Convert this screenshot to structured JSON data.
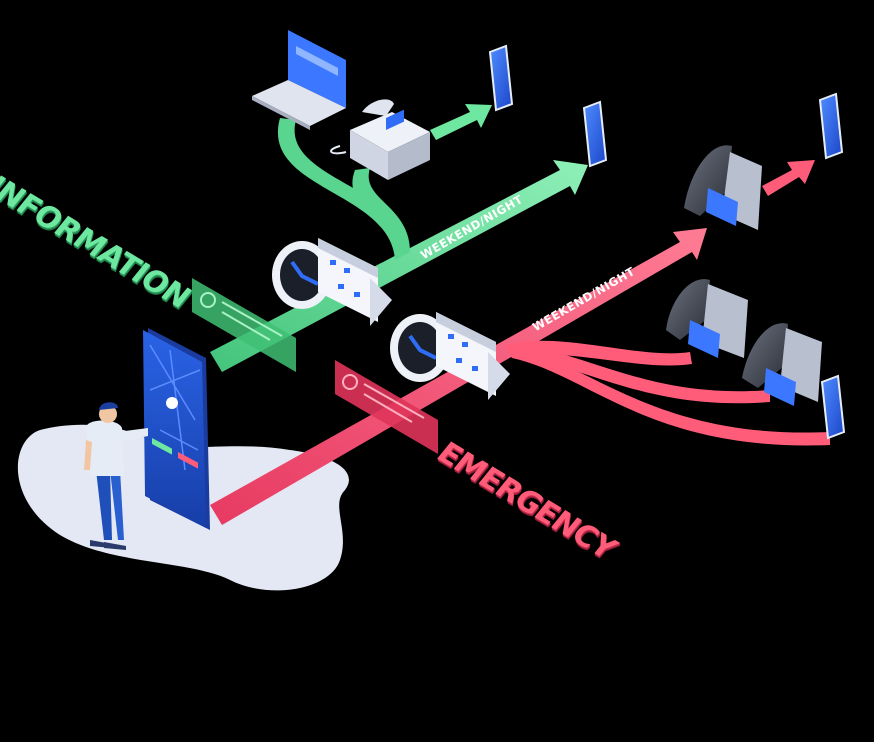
{
  "labels": {
    "information": "INFORMATION",
    "emergency": "EMERGENCY",
    "weekend_night_top": "WEEKEND/NIGHT",
    "weekend_night_bottom": "WEEKEND/NIGHT"
  },
  "colors": {
    "background": "#000000",
    "information_green": "#6ee7a0",
    "emergency_red": "#ff5c7a",
    "kiosk_blue": "#1e4fc2",
    "device_blue": "#2f6df6",
    "floor": "#e4e8f4"
  },
  "icons": [
    "kiosk-map-icon",
    "person-icon",
    "laptop-icon",
    "desk-phone-icon",
    "smartphone-icon",
    "calendar-icon",
    "clock-icon",
    "intercom-icon"
  ]
}
